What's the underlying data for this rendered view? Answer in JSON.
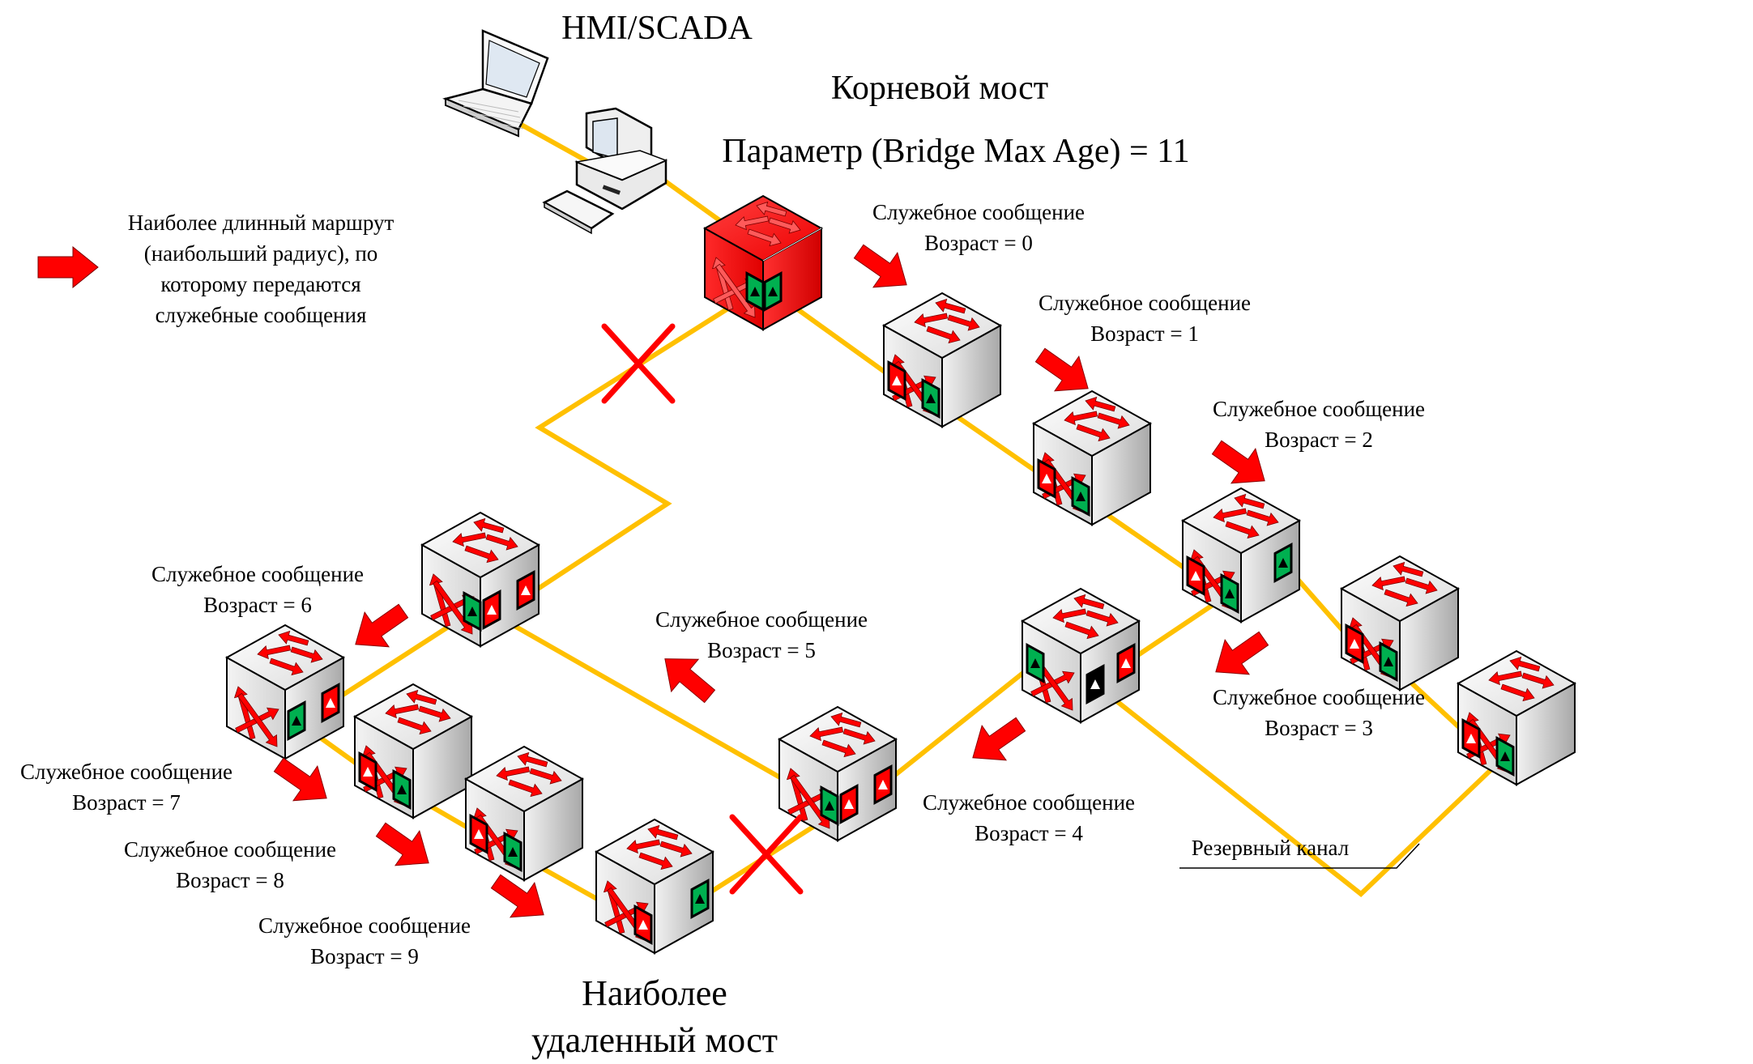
{
  "title": {
    "hmi": "HMI/SCADA",
    "root_bridge": "Корневой мост",
    "parameter": "Параметр (Bridge Max Age) = 11"
  },
  "legend": {
    "icon": "red-arrow-icon",
    "lines": [
      "Наиболее длинный маршрут",
      "(наибольший радиус), по",
      "которому передаются",
      "служебные сообщения"
    ]
  },
  "messages": [
    {
      "title": "Служебное сообщение",
      "age": "Возраст = 0"
    },
    {
      "title": "Служебное сообщение",
      "age": "Возраст = 1"
    },
    {
      "title": "Служебное сообщение",
      "age": "Возраст = 2"
    },
    {
      "title": "Служебное сообщение",
      "age": "Возраст = 3"
    },
    {
      "title": "Служебное сообщение",
      "age": "Возраст = 4"
    },
    {
      "title": "Служебное сообщение",
      "age": "Возраст = 5"
    },
    {
      "title": "Служебное сообщение",
      "age": "Возраст = 6"
    },
    {
      "title": "Служебное сообщение",
      "age": "Возраст = 7"
    },
    {
      "title": "Служебное сообщение",
      "age": "Возраст = 8"
    },
    {
      "title": "Служебное сообщение",
      "age": "Возраст = 9"
    }
  ],
  "farthest_bridge": [
    "Наиболее",
    "удаленный мост"
  ],
  "backup_link": "Резервный канал",
  "devices": {
    "laptop": "laptop-icon",
    "workstation": "desktop-computer-icon"
  },
  "colors": {
    "link": "#FFC000",
    "switch_root": "#FF1A1A",
    "switch": "#E8E8E8",
    "arrow": "#FF0000",
    "port_forwarding": "#00B050",
    "port_designated": "#FF0000",
    "port_blocked": "#000000",
    "blocked_mark": "#FF0000"
  },
  "switches": [
    {
      "id": "root",
      "role": "root"
    },
    {
      "id": "s1",
      "role": "bridge"
    },
    {
      "id": "s2",
      "role": "bridge"
    },
    {
      "id": "s3",
      "role": "bridge"
    },
    {
      "id": "s4",
      "role": "bridge"
    },
    {
      "id": "s5",
      "role": "bridge"
    },
    {
      "id": "s6",
      "role": "bridge"
    },
    {
      "id": "s7",
      "role": "bridge"
    },
    {
      "id": "s8",
      "role": "bridge"
    },
    {
      "id": "s9",
      "role": "bridge"
    },
    {
      "id": "s10",
      "role": "bridge"
    },
    {
      "id": "s11",
      "role": "bridge"
    },
    {
      "id": "s12",
      "role": "farthest"
    }
  ]
}
